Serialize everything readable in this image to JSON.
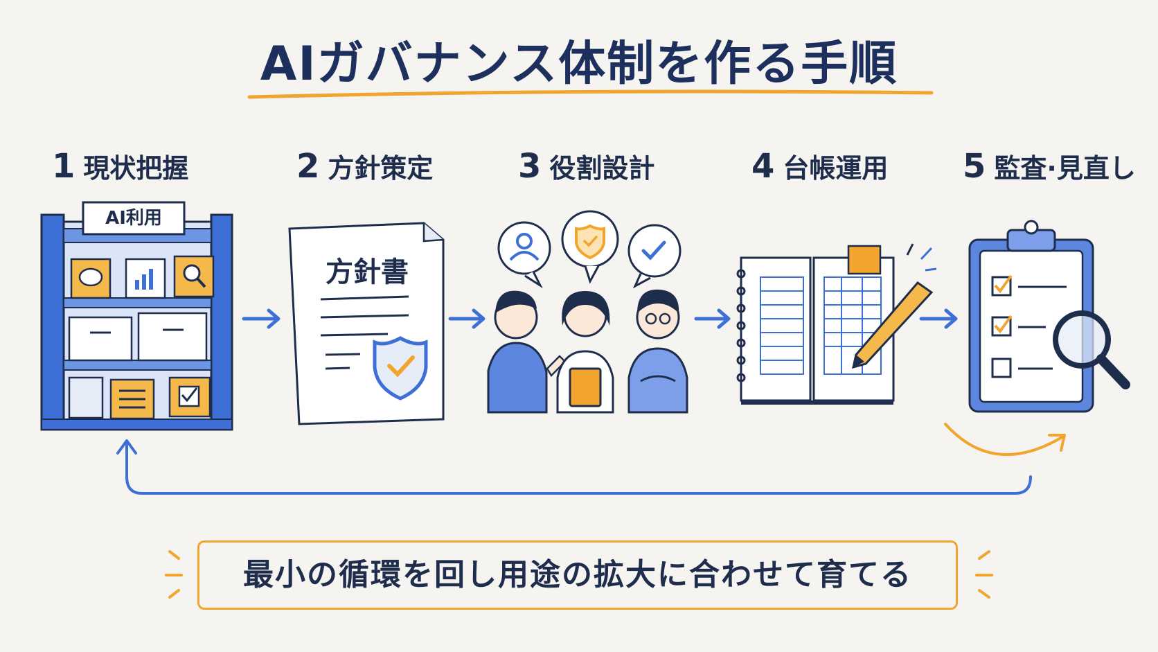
{
  "title": "AIガバナンス体制を作る手順",
  "steps": [
    {
      "num": "1",
      "label": "現状把握"
    },
    {
      "num": "2",
      "label": "方針策定"
    },
    {
      "num": "3",
      "label": "役割設計"
    },
    {
      "num": "4",
      "label": "台帳運用"
    },
    {
      "num": "5",
      "label": "監査·見直し"
    }
  ],
  "shelf_sign": "AI利用",
  "document_title": "方針書",
  "bottom_message": "最小の循環を回し用途の拡大に合わせて育てる",
  "colors": {
    "blue": "#3d6fd6",
    "navy": "#1d2f5c",
    "orange": "#f2a52e"
  }
}
